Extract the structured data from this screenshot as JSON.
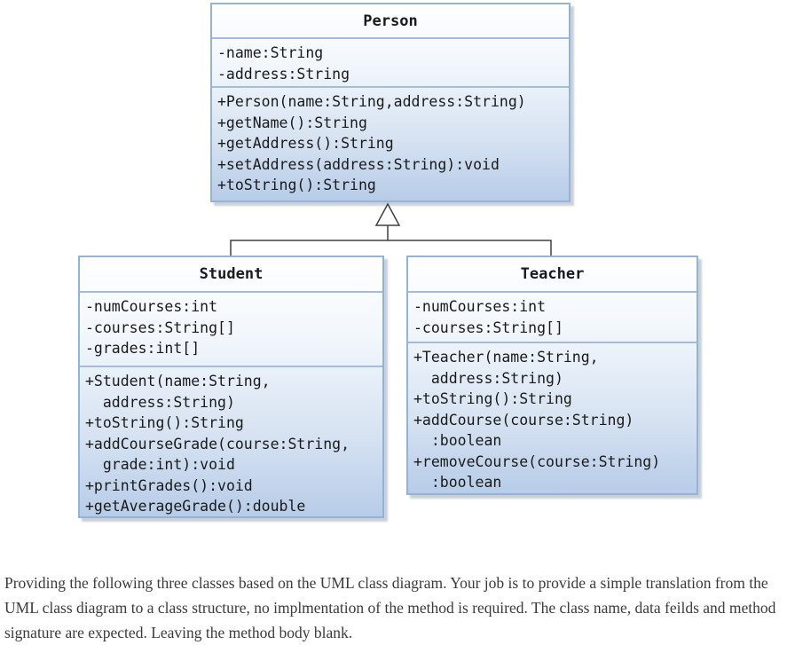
{
  "diagram": {
    "classes": [
      {
        "name": "Person",
        "attributes": [
          "-name:String",
          "-address:String"
        ],
        "methods": [
          "+Person(name:String,address:String)",
          "+getName():String",
          "+getAddress():String",
          "+setAddress(address:String):void",
          "+toString():String"
        ]
      },
      {
        "name": "Student",
        "attributes": [
          "-numCourses:int",
          "-courses:String[]",
          "-grades:int[]"
        ],
        "methods": [
          "+Student(name:String,",
          "  address:String)",
          "+toString():String",
          "+addCourseGrade(course:String,",
          "  grade:int):void",
          "+printGrades():void",
          "+getAverageGrade():double"
        ]
      },
      {
        "name": "Teacher",
        "attributes": [
          "-numCourses:int",
          "-courses:String[]"
        ],
        "methods": [
          "+Teacher(name:String,",
          "  address:String)",
          "+toString():String",
          "+addCourse(course:String)",
          "  :boolean",
          "+removeCourse(course:String)",
          "  :boolean"
        ]
      }
    ],
    "relationships": [
      {
        "type": "inheritance",
        "from": "Student",
        "to": "Person"
      },
      {
        "type": "inheritance",
        "from": "Teacher",
        "to": "Person"
      }
    ],
    "colors": {
      "box_border": "#95b3d7",
      "box_fill_top": "#ffffff",
      "box_fill_bottom": "#b7cce8",
      "divider": "#a3bcdd",
      "connector": "#404040",
      "text": "#1a1a1a"
    }
  },
  "instructions": {
    "text": "Providing the following three classes based on the UML class diagram. Your job is to provide a simple translation from the UML class diagram to a class structure, no implmentation of the method is required. The class name, data feilds and method signature are expected. Leaving the method body blank."
  }
}
